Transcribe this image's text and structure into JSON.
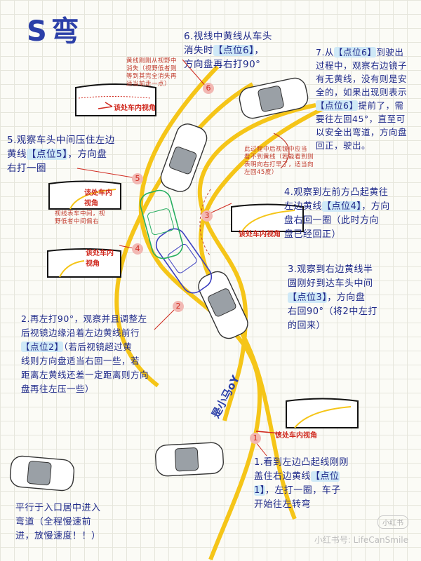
{
  "title": "S弯",
  "handwritten": "是小马oY",
  "watermark": "小红书号: LifeCanSmile",
  "stamp": "小红书",
  "view_label": "该处车内视角",
  "points": [
    "1",
    "2",
    "3",
    "4",
    "5",
    "6"
  ],
  "notes": {
    "n6": {
      "a": "6.视线中黄线从车头",
      "b": "消失时",
      "c": "【点位6】",
      "d": "，",
      "e": "方向盘再右打90°"
    },
    "n7": {
      "a": "7.从",
      "b": "【点位6】",
      "c": "到驶出",
      "d": "过程中，观察右边镜子",
      "e": "有无黄线，没有则是安",
      "f": "全的，如果出现则表示",
      "g": "【点位6】",
      "h": "提前了，需",
      "i": "要往左回45°，直至可",
      "j": "以安全出弯道，方向盘",
      "k": "回正，驶出。"
    },
    "n5": {
      "a": "5.观察车头中间压住左边",
      "b": "黄线",
      "c": "【点位5】",
      "d": "，方向盘",
      "e": "右打一圈"
    },
    "n4": {
      "a": "4.观察到左前方凸起黄往",
      "b": "左边黄线",
      "c": "【点位4】",
      "d": "，方向",
      "e": "盘右回一圈（此时方向",
      "f": "盘已经回正）"
    },
    "n3": {
      "a": "3.观察到右边黄线半",
      "b": "圆刚好到达车头中间",
      "c": "【点位3】",
      "d": "，方向盘",
      "e": "右回90°（将2中左打",
      "f": "的回来）"
    },
    "n2": {
      "a": "2.再左打90°，观察并且调整左",
      "b": "后视镜边缘沿着左边黄线前行",
      "c": "【点位2】",
      "d": "（若后视镜超过黄",
      "e": "线则方向盘适当右回一些，若",
      "f": "距离左黄线还差一定距离则方向",
      "g": "盘再往左压一些）"
    },
    "n1": {
      "a": "1.看到左边凸起线刚刚",
      "b": "盖住右边黄线",
      "c": "【点位",
      "d": "1】",
      "e": "，左打一圈，车子",
      "f": "开始往左转弯"
    },
    "n0": {
      "a": "平行于入口居中进入",
      "b": "弯道（全程慢速前",
      "c": "进，放慢速度！！）"
    },
    "s_top": {
      "a": "黄线刚刚从视野中",
      "b": "消失（视野低者则",
      "c": "等到其完全消失再",
      "d": "适当前走一点）"
    },
    "s_mid": {
      "a": "此过程中后视镜中应当",
      "b": "看不到黄线（若能看到则",
      "c": "表明向右打早了，适当向",
      "d": "左回45度）"
    },
    "s_left": {
      "a": "视线表车中间，视",
      "b": "野低者中间偏右"
    }
  },
  "colors": {
    "track": "#f5c518",
    "ink": "#1f2a8a",
    "red": "#d02a1f",
    "highlight": "#cfe9f7"
  }
}
